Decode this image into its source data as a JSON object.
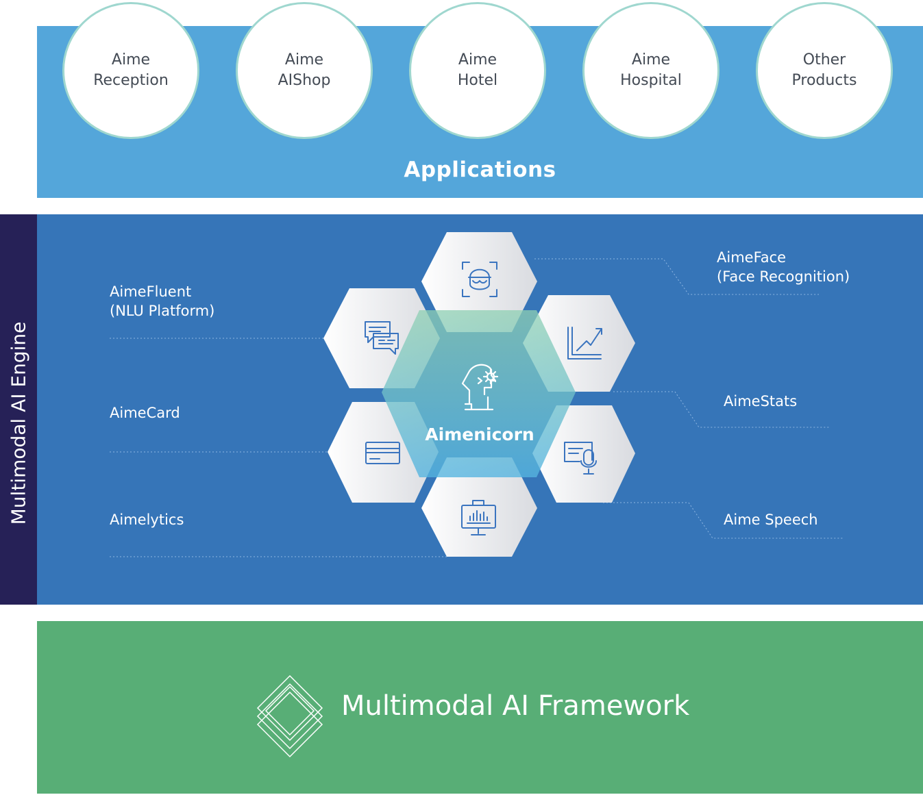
{
  "applications": {
    "title": "Applications",
    "items": [
      {
        "line1": "Aime",
        "line2": "Reception"
      },
      {
        "line1": "Aime",
        "line2": "AIShop"
      },
      {
        "line1": "Aime",
        "line2": "Hotel"
      },
      {
        "line1": "Aime",
        "line2": "Hospital"
      },
      {
        "line1": "Other",
        "line2": "Products"
      }
    ]
  },
  "engine": {
    "side_label": "Multimodal AI Engine",
    "center_label": "Aimenicorn",
    "features": {
      "fluent": {
        "line1": "AimeFluent",
        "line2": "(NLU Platform)"
      },
      "card": {
        "line1": "AimeCard"
      },
      "lytics": {
        "line1": "Aimelytics"
      },
      "face": {
        "line1": "AimeFace",
        "line2": "(Face Recognition)"
      },
      "stats": {
        "line1": "AimeStats"
      },
      "speech": {
        "line1": "Aime Speech"
      }
    }
  },
  "framework": {
    "title": "Multimodal AI Framework"
  },
  "colors": {
    "applications_band": "#54a6da",
    "engine_band": "#3675b8",
    "engine_side": "#262157",
    "framework_band": "#58ae76",
    "icon_stroke": "#3a74bf"
  }
}
